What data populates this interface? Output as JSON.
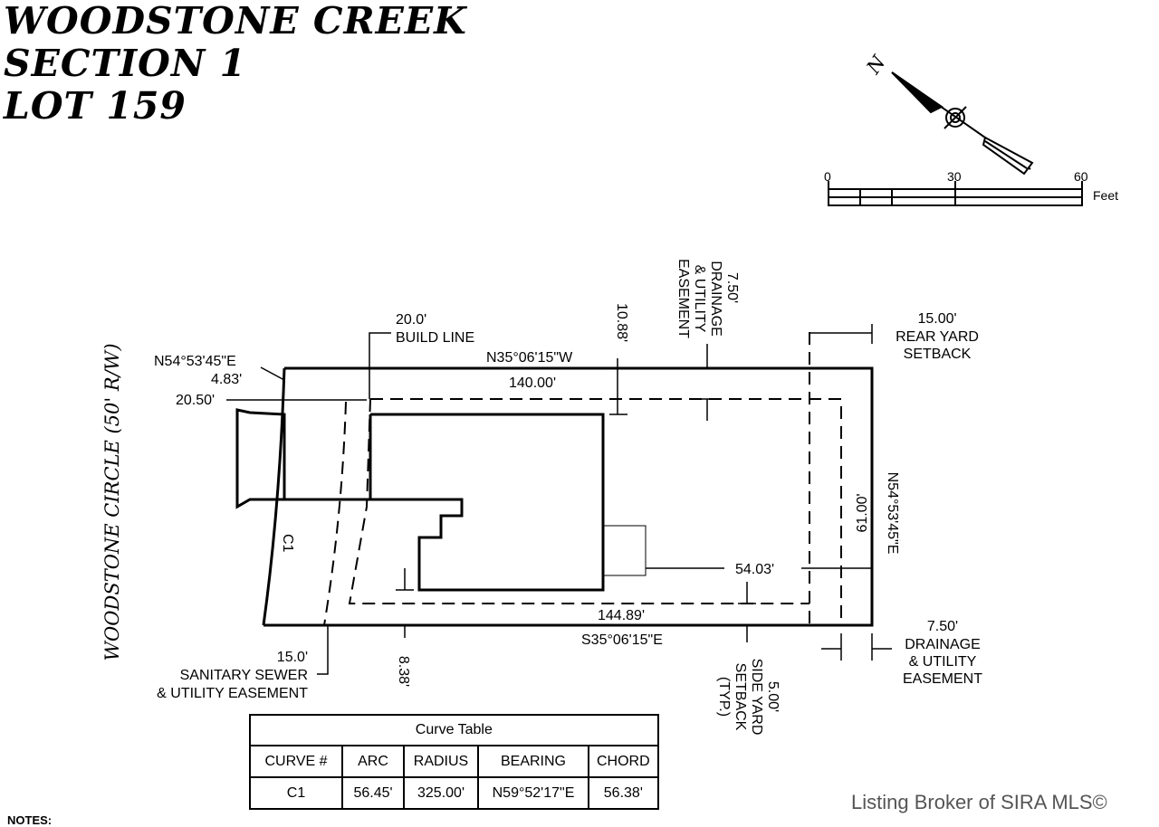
{
  "title": {
    "line1": "WOODSTONE CREEK",
    "line2": "SECTION 1",
    "line3": "LOT 159"
  },
  "north_arrow": {
    "label": "N"
  },
  "scale_bar": {
    "tick_0": "0",
    "tick_30": "30",
    "tick_60": "60",
    "unit": "Feet"
  },
  "road": {
    "name": "WOODSTONE CIRCLE (50' R/W)"
  },
  "labels": {
    "build_line_dist": "20.0'",
    "build_line": "BUILD LINE",
    "front_bearing": "N54°53'45\"E",
    "front_dist": "4.83'",
    "front_setback": "20.50'",
    "north_bearing": "N35°06'15\"W",
    "north_dist": "140.00'",
    "north_gap": "10.88'",
    "drainage_top_dist": "7.50'",
    "drainage_top_1": "DRAINAGE",
    "drainage_top_2": "& UTILITY",
    "drainage_top_3": "EASEMENT",
    "rear_setback_dist": "15.00'",
    "rear_setback_1": "REAR YARD",
    "rear_setback_2": "SETBACK",
    "east_dist": "61.00'",
    "east_bearing": "N54°53'45\"E",
    "house_to_rear": "54.03'",
    "south_inner_dist": "144.89'",
    "south_bearing": "S35°06'15\"E",
    "curve_label": "C1",
    "sewer_dist": "15.0'",
    "sewer_1": "SANITARY SEWER",
    "sewer_2": "& UTILITY EASEMENT",
    "south_gap": "8.38'",
    "side_setback_dist": "5.00'",
    "side_setback_1": "SIDE YARD",
    "side_setback_2": "SETBACK",
    "side_setback_3": "(TYP.)",
    "drainage_bot_dist": "7.50'",
    "drainage_bot_1": "DRAINAGE",
    "drainage_bot_2": "& UTILITY",
    "drainage_bot_3": "EASEMENT"
  },
  "curve_table": {
    "caption": "Curve Table",
    "headers": [
      "CURVE #",
      "ARC",
      "RADIUS",
      "BEARING",
      "CHORD"
    ],
    "rows": [
      [
        "C1",
        "56.45'",
        "325.00'",
        "N59°52'17\"E",
        "56.38'"
      ]
    ]
  },
  "notes": "NOTES:",
  "watermark": "Listing Broker of SIRA MLS©"
}
